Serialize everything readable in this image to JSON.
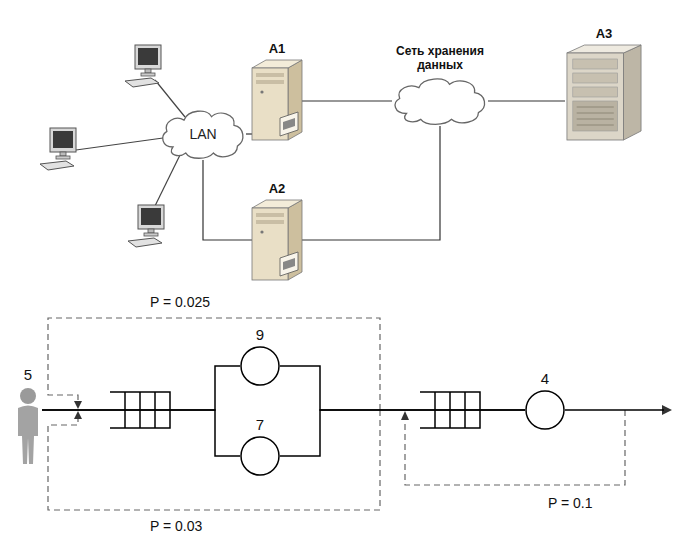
{
  "diagram": {
    "nodes": [
      {
        "text": [
          "LAN"
        ]
      },
      {
        "text": [
          "A1"
        ]
      },
      {
        "text": [
          "A2"
        ]
      },
      {
        "text": [
          "Сеть хранения данных"
        ]
      },
      {
        "text": [
          "A3"
        ]
      },
      {
        "text": [
          "5"
        ]
      },
      {
        "text": [
          "9"
        ]
      },
      {
        "text": [
          "7"
        ]
      },
      {
        "text": [
          "4"
        ]
      }
    ],
    "edges": [
      {
        "from": 0,
        "to": 1,
        "arrow": "none"
      },
      {
        "from": 0,
        "to": 2,
        "arrow": "none"
      },
      {
        "from": 1,
        "to": 3,
        "arrow": "none"
      },
      {
        "from": 2,
        "to": 3,
        "arrow": "none"
      },
      {
        "from": 3,
        "to": 4,
        "arrow": "none"
      },
      {
        "from": 5,
        "to": 6,
        "arrow": "none"
      },
      {
        "from": 5,
        "to": 7,
        "arrow": "none"
      },
      {
        "from": 6,
        "to": 8,
        "arrow": "none"
      },
      {
        "from": 7,
        "to": 8,
        "arrow": "none"
      }
    ],
    "labels": [
      "P = 0.025",
      "P = 0.03",
      "P = 0.1"
    ]
  }
}
